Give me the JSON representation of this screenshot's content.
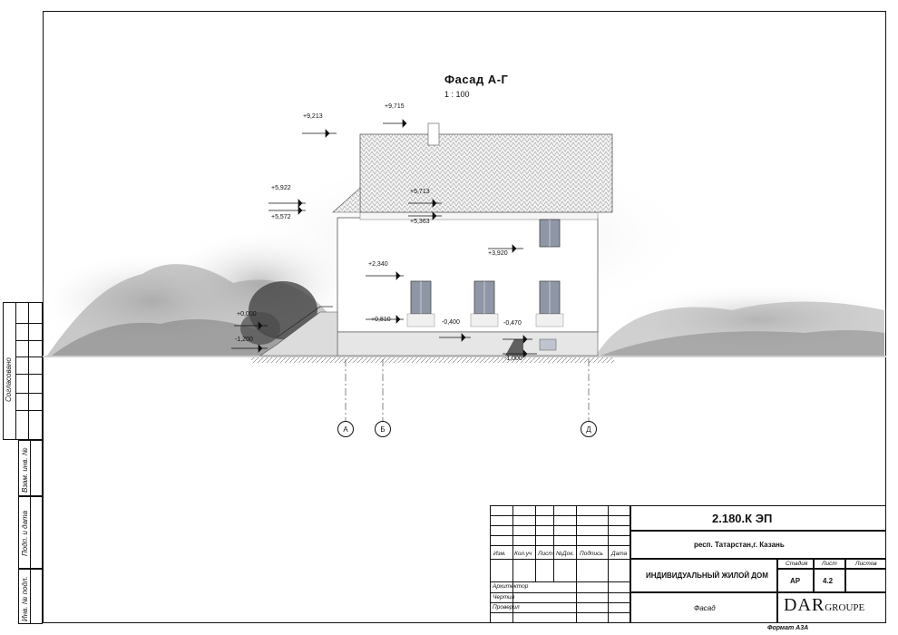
{
  "drawing": {
    "title": "Фасад А-Г",
    "scale": "1 : 100",
    "levels": {
      "l1": "+9,715",
      "l2": "+9,213",
      "l3": "+5,922",
      "l4": "+5,572",
      "l5": "+5,713",
      "l6": "+5,363",
      "l7": "+3,920",
      "l8": "+2,340",
      "l9": "+0,810",
      "l10": "+0,000",
      "l11": "-1,200",
      "l12": "-0,400",
      "l13": "-0,470",
      "l14": "-1,000"
    },
    "axes": [
      "А",
      "Б",
      "Д"
    ]
  },
  "side_stamp": {
    "agreed": "Согласовано",
    "replaced": "Взам. инв. №",
    "sign_date": "Подп. и дата",
    "inv_original": "Инв. № подл."
  },
  "title_block": {
    "code": "2.180.К ЭП",
    "location": "респ. Татарстан,г. Казань",
    "project": "ИНДИВИДУАЛЬНЫЙ ЖИЛОЙ ДОМ",
    "sheet_name": "Фасад",
    "headers": {
      "izm": "Изм.",
      "kol": "Кол.уч",
      "list": "Лист",
      "ndok": "№Док.",
      "podp": "Подпись",
      "data": "Дата"
    },
    "roles": {
      "architect": "Архитектор",
      "drew": "Чертил",
      "checked": "Проверил"
    },
    "stage_label": "Стадия",
    "sheet_label": "Лист",
    "sheets_label": "Листов",
    "stage_value": "АР",
    "sheet_value": "4.2",
    "sheets_value": "",
    "logo_main": "DAR",
    "logo_sub": "GROUPE",
    "format": "Формат А3А"
  }
}
